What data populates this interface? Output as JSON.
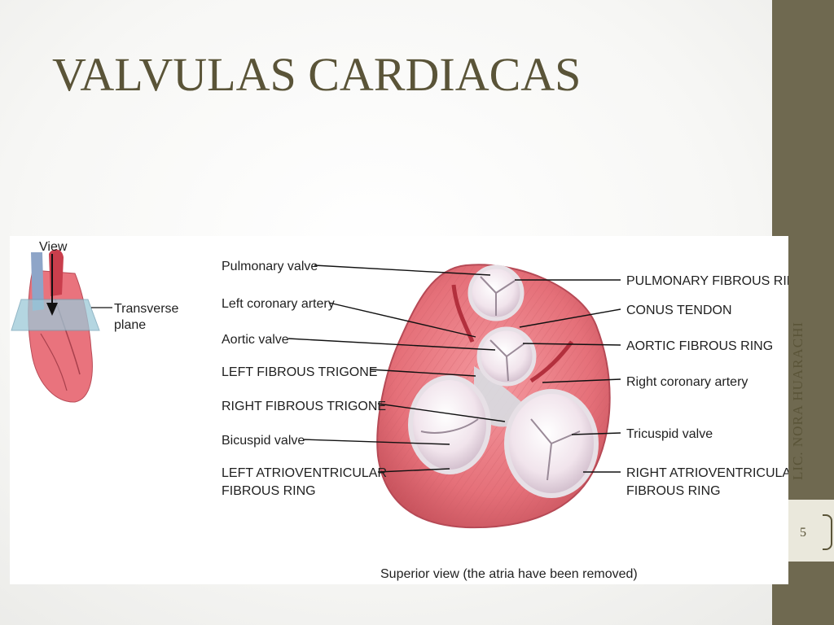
{
  "slide": {
    "title": "VALVULAS CARDIACAS",
    "author": "LIC. NORA HUARACHI",
    "page_number": "5"
  },
  "figure": {
    "inset": {
      "view_label": "View",
      "plane_label_1": "Transverse",
      "plane_label_2": "plane"
    },
    "left_labels": [
      "Pulmonary valve",
      "Left coronary artery",
      "Aortic valve",
      "LEFT FIBROUS TRIGONE",
      "RIGHT FIBROUS TRIGONE",
      "Bicuspid valve",
      "LEFT ATRIOVENTRICULAR",
      "FIBROUS RING"
    ],
    "right_labels": [
      "PULMONARY FIBROUS RING",
      "CONUS TENDON",
      "AORTIC FIBROUS RING",
      "Right coronary artery",
      "Tricuspid valve",
      "RIGHT ATRIOVENTRICULAR",
      "FIBROUS RING"
    ],
    "caption": "Superior view (the atria have been removed)"
  }
}
